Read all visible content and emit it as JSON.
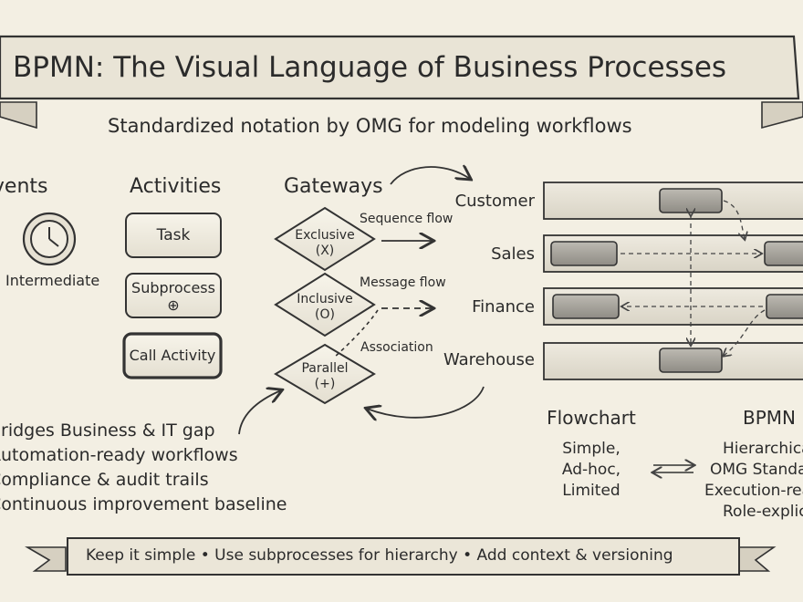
{
  "title": "BPMN: The Visual Language of Business Processes",
  "subtitle": "Standardized notation by OMG for modeling workflows",
  "events": {
    "heading": "Events",
    "intermediate_label": "Intermediate"
  },
  "activities": {
    "heading": "Activities",
    "task": "Task",
    "subprocess": "Subprocess",
    "subprocess_marker": "⊕",
    "call_activity": "Call Activity"
  },
  "gateways": {
    "heading": "Gateways",
    "exclusive": "Exclusive",
    "exclusive_marker": "(X)",
    "inclusive": "Inclusive",
    "inclusive_marker": "(O)",
    "parallel": "Parallel",
    "parallel_marker": "(+)"
  },
  "flows": {
    "sequence": "Sequence flow",
    "message": "Message flow",
    "association": "Association"
  },
  "lanes": [
    "Customer",
    "Sales",
    "Finance",
    "Warehouse"
  ],
  "benefits": [
    "Bridges Business & IT gap",
    "Automation-ready workflows",
    "Compliance & audit trails",
    "Continuous improvement baseline"
  ],
  "comparison": {
    "left_heading": "Flowchart",
    "left_items": [
      "Simple,",
      "Ad-hoc,",
      "Limited"
    ],
    "right_heading": "BPMN",
    "right_items": [
      "Hierarchical,",
      "OMG Standard,",
      "Execution-ready,",
      "Role-explicit"
    ]
  },
  "footer": "Keep it simple • Use subprocesses for hierarchy • Add context & versioning"
}
